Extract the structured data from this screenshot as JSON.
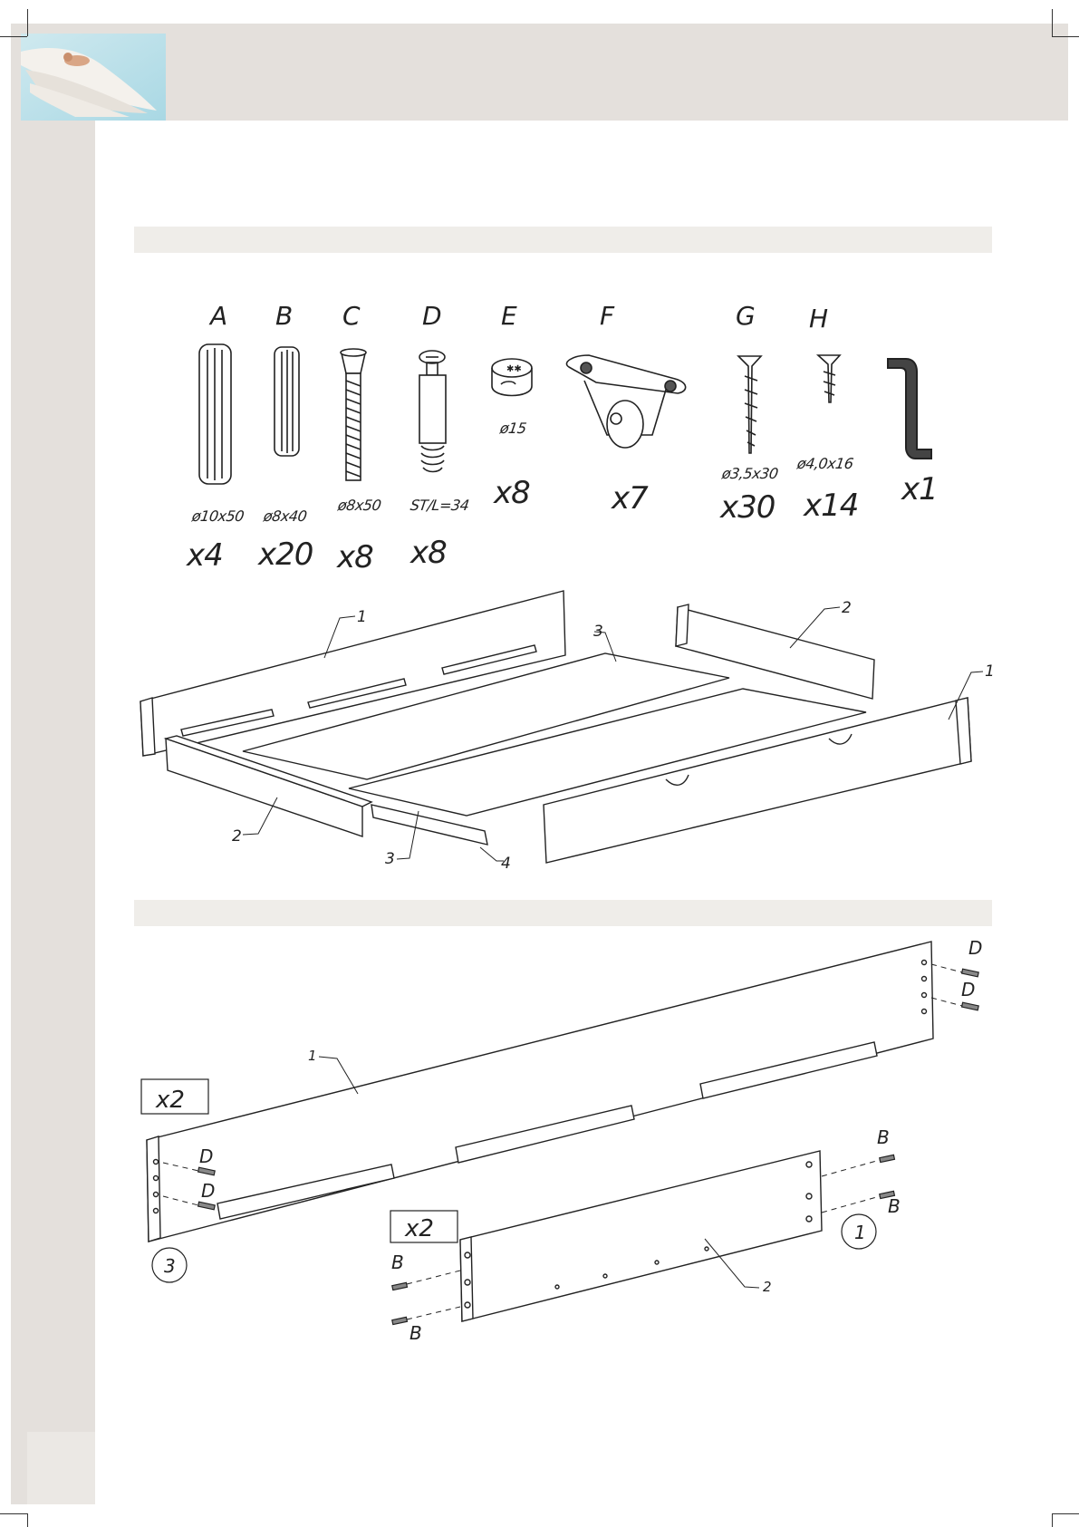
{
  "parts": [
    {
      "letter": "A",
      "spec": "ø10x50",
      "qty": "x4",
      "icon": "dowel-icon"
    },
    {
      "letter": "B",
      "spec": "ø8x40",
      "qty": "x20",
      "icon": "small-dowel-icon"
    },
    {
      "letter": "C",
      "spec": "ø8x50",
      "qty": "x8",
      "icon": "bolt-icon"
    },
    {
      "letter": "D",
      "spec": "ST/L=34",
      "qty": "x8",
      "icon": "cam-pin-icon"
    },
    {
      "letter": "E",
      "spec": "ø15",
      "qty": "x8",
      "icon": "cam-lock-icon"
    },
    {
      "letter": "F",
      "spec": "",
      "qty": "x7",
      "icon": "caster-wheel-icon"
    },
    {
      "letter": "G",
      "spec": "ø3,5x30",
      "qty": "x30",
      "icon": "long-screw-icon"
    },
    {
      "letter": "H",
      "spec": "ø4,0x16",
      "qty": "x14",
      "icon": "short-screw-icon"
    },
    {
      "letter": "",
      "spec": "",
      "qty": "x1",
      "icon": "allen-key-icon"
    }
  ],
  "overview": {
    "labels": [
      "1",
      "2",
      "3",
      "1",
      "2",
      "3",
      "4"
    ]
  },
  "step": {
    "rail_label": "1",
    "rail_qty": "x2",
    "panel_label": "2",
    "panel_qty": "x2",
    "fastener_d": "D",
    "fastener_b": "B",
    "step_left": "3",
    "step_right": "1"
  },
  "colors": {
    "band": "#e4e0dc",
    "bar": "#efede9",
    "line": "#222222"
  }
}
